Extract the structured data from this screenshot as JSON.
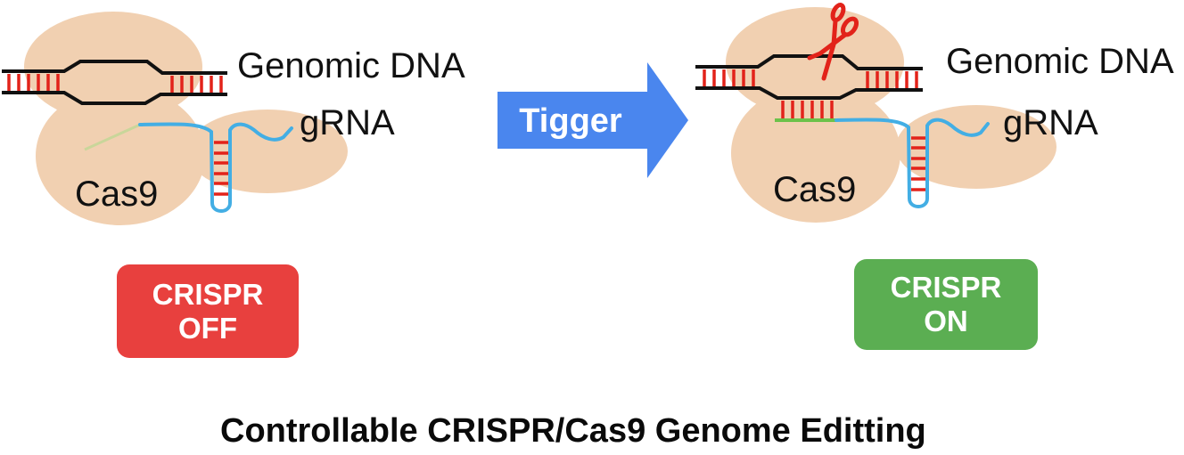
{
  "figure": {
    "title": "Controllable CRISPR/Cas9 Genome Editting",
    "left_panel": {
      "state": "off",
      "labels": {
        "dna": "Genomic DNA",
        "grna": "gRNA",
        "protein": "Cas9"
      },
      "badge": {
        "line1": "CRISPR",
        "line2": "OFF",
        "color": "#e8403e"
      }
    },
    "arrow": {
      "label": "Tigger",
      "color": "#4a86ee"
    },
    "right_panel": {
      "state": "on",
      "labels": {
        "dna": "Genomic DNA",
        "grna": "gRNA",
        "protein": "Cas9"
      },
      "cut_icon": "scissors-icon",
      "badge": {
        "line1": "CRISPR",
        "line2": "ON",
        "color": "#5bae52"
      }
    },
    "colors": {
      "protein": "#f1d0b1",
      "dna_strand": "#111111",
      "base_pair": "#e2231a",
      "grna": "#43aee4",
      "spacer_unbound": "#c9d69a",
      "spacer_bound": "#6cc24a",
      "scissors": "#e2231a"
    }
  }
}
